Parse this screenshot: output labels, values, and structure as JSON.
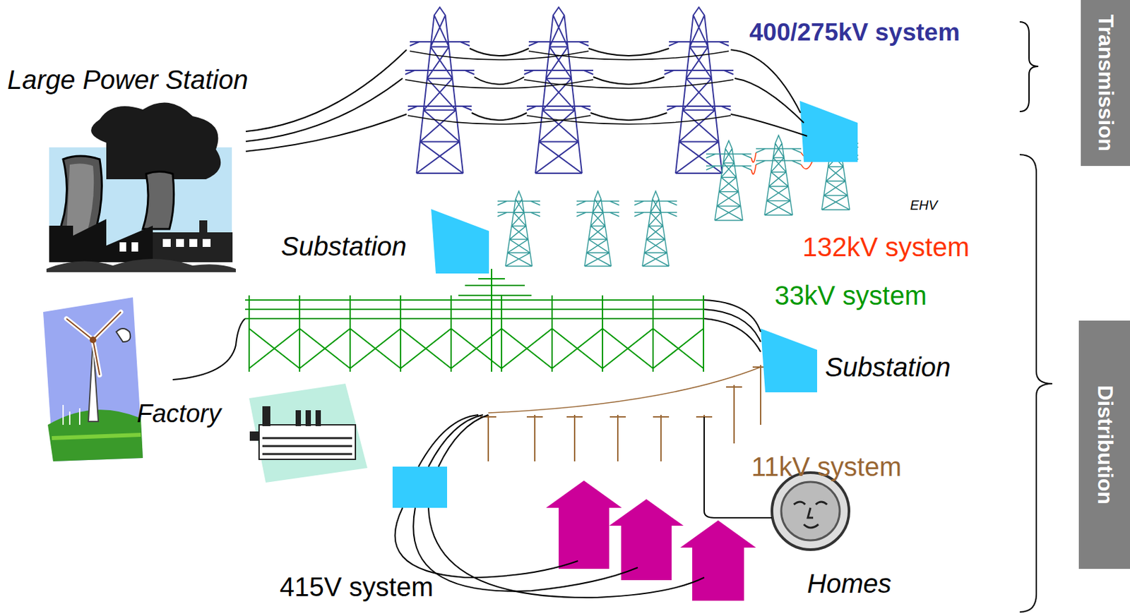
{
  "diagram": {
    "nodes": [
      {
        "text": [
          "Transmission"
        ]
      },
      {
        "text": [
          "Distribution"
        ]
      }
    ],
    "labels": [
      "Large Power Station",
      "400/275kV system",
      "EHV",
      "132kV system",
      "33kV system",
      "Substation",
      "Substation",
      "Factory",
      "11kV system",
      "415V system",
      "Homes"
    ]
  }
}
